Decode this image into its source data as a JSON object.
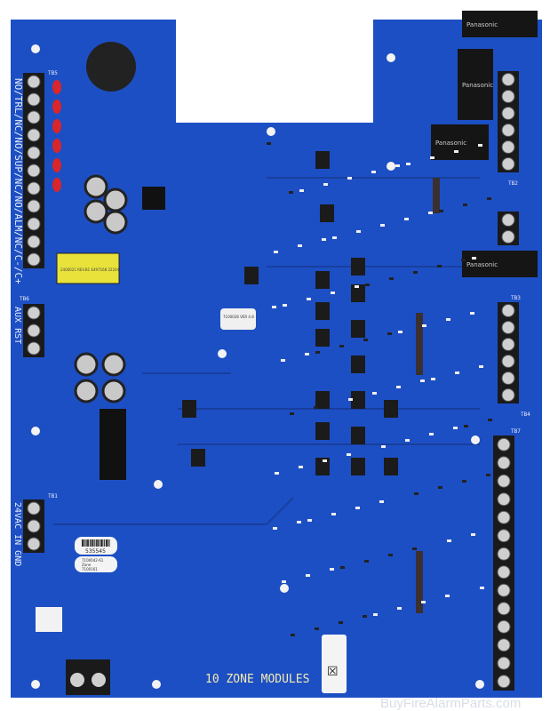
{
  "board": {
    "title": "10 ZONE MODULES",
    "barcode_number": "535545",
    "label_lines": [
      "7100042-61",
      "Zone",
      "7100161"
    ],
    "relay_brand": "Panasonic",
    "transformer_label": "2400021 REV.B1 E497168 22244",
    "terminal_labels_left": "NO/TRL/NC/NO/SUP/NC/NO/ALM/NC/C-/C+",
    "aux_labels": "AUX RST",
    "power_labels": "24VAC IN GND",
    "tb_labels": [
      "TB5",
      "TB6",
      "TB1",
      "TB2",
      "TB3",
      "TB7",
      "TB4"
    ],
    "chip_label": "7100028 VER 4.8",
    "colors": {
      "pcb": "#1d4fc4",
      "pcb_dark": "#173f9e",
      "terminal": "#1a1a1a",
      "capacitor_red": "#d8262a",
      "relay": "#151515",
      "transformer": "#e8e23a"
    }
  },
  "watermark": "BuyFireAlarmParts.com"
}
